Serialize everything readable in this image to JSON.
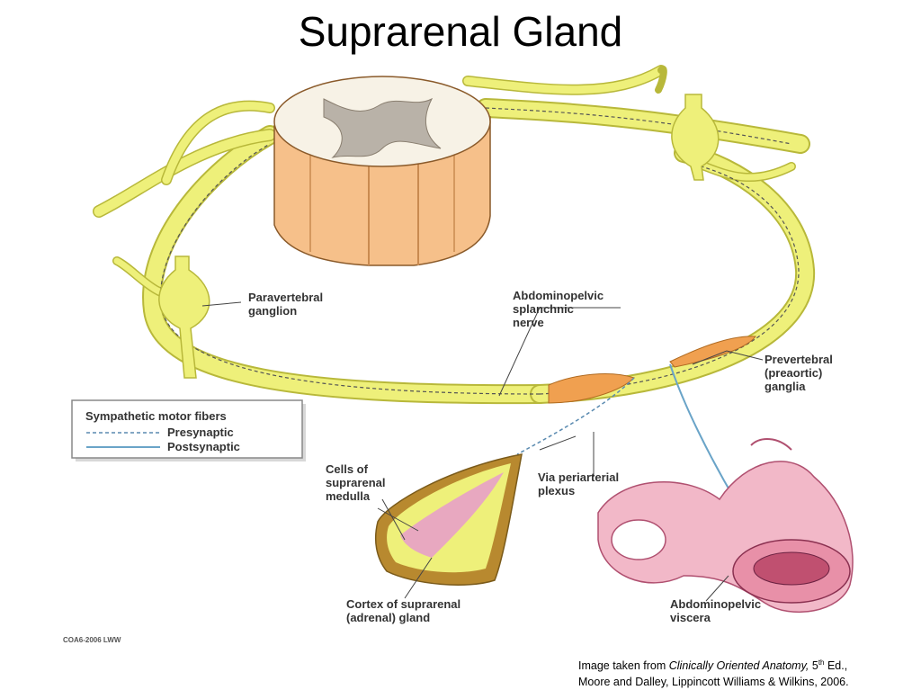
{
  "title": "Suprarenal Gland",
  "labels": {
    "paravertebral": [
      "Paravertebral",
      "ganglion"
    ],
    "splanchnic": [
      "Abdominopelvic",
      "splanchnic",
      "nerve"
    ],
    "prevertebral": [
      "Prevertebral",
      "(preaortic)",
      "ganglia"
    ],
    "periarterial": [
      "Via periarterial",
      "plexus"
    ],
    "medulla": [
      "Cells of",
      "suprarenal",
      "medulla"
    ],
    "cortex": [
      "Cortex of suprarenal",
      "(adrenal) gland"
    ],
    "viscera": [
      "Abdominopelvic",
      "viscera"
    ]
  },
  "legend": {
    "heading": "Sympathetic motor fibers",
    "presynaptic": "Presynaptic",
    "postsynaptic": "Postsynaptic"
  },
  "figure_code": "COA6-2006 LWW",
  "credit": {
    "prefix": "Image taken from ",
    "book": "Clinically Oriented Anatomy,",
    "edition_num": " 5",
    "edition_sup": "th",
    "edition_rest": " Ed.,",
    "line2": "Moore and Dalley, Lippincott Williams & Wilkins, 2006."
  },
  "colors": {
    "nerve": "#eef07a",
    "nerve_edge": "#b8b83a",
    "cord_orange": "#f6c08a",
    "cord_grey": "#b9b2a8",
    "ganglion_orange": "#f0a050",
    "medulla_pink": "#e8a8c0",
    "cortex_brown": "#b8892f",
    "viscera_pink": "#f2b8c8",
    "postsynaptic_blue": "#6aa4c8"
  }
}
